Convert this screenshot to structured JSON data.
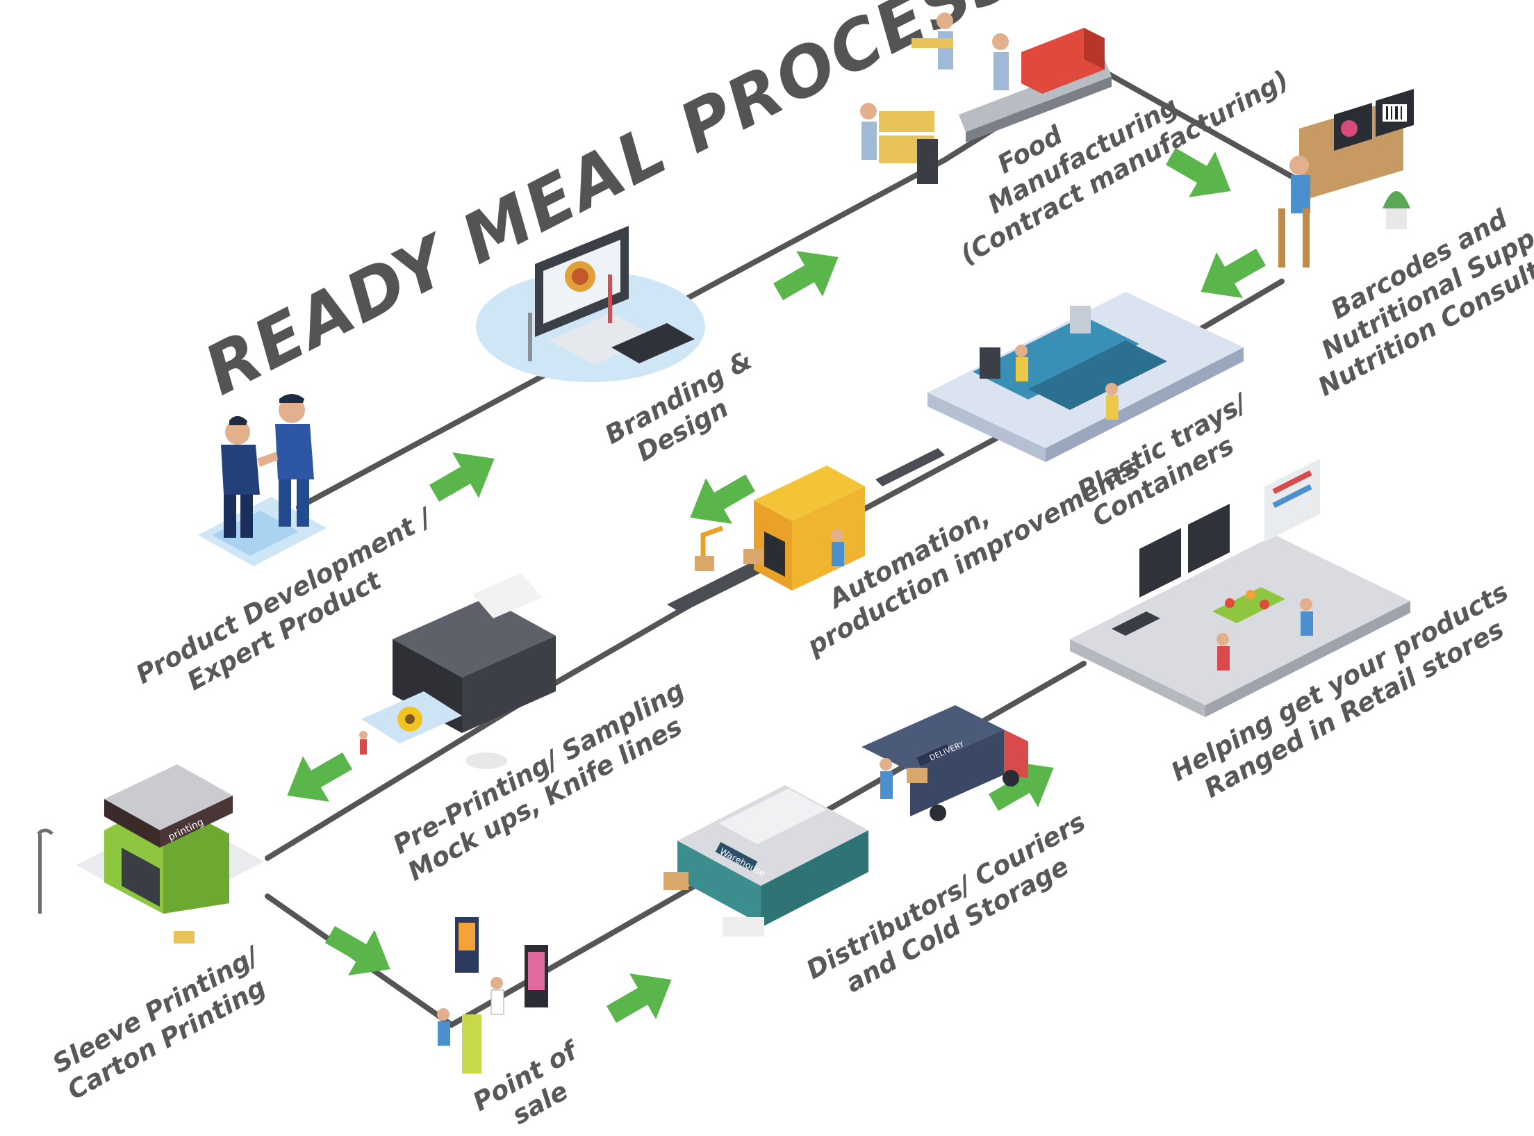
{
  "title": "READY MEAL PROCESS",
  "steps": [
    {
      "id": "product-development",
      "lines": [
        "Product Development /",
        "Expert Product"
      ]
    },
    {
      "id": "branding",
      "lines": [
        "Branding &",
        "Design"
      ]
    },
    {
      "id": "food-manufacturing",
      "lines": [
        "Food",
        "Manufacturing",
        "(Contract manufacturing)"
      ]
    },
    {
      "id": "barcodes",
      "lines": [
        "Barcodes and",
        "Nutritional Support",
        "Nutrition Consultants"
      ]
    },
    {
      "id": "plastic-trays",
      "lines": [
        "Plastic trays/",
        "Containers"
      ]
    },
    {
      "id": "automation",
      "lines": [
        "Automation,",
        "production improvements"
      ]
    },
    {
      "id": "pre-printing",
      "lines": [
        "Pre-Printing/ Sampling",
        "Mock ups, Knife lines"
      ]
    },
    {
      "id": "sleeve-printing",
      "lines": [
        "Sleeve Printing/",
        "Carton Printing"
      ]
    },
    {
      "id": "point-of-sale",
      "lines": [
        "Point of",
        "sale"
      ]
    },
    {
      "id": "distributors",
      "lines": [
        "Distributors/ Couriers",
        "and Cold Storage"
      ]
    },
    {
      "id": "retail",
      "lines": [
        "Helping get your products",
        "Ranged in Retail stores"
      ]
    }
  ],
  "illustration_text": {
    "shop_sign": "printing",
    "warehouse_sign": "Warehouse",
    "truck_sign": "DELIVERY"
  },
  "colors": {
    "arrow": "#5ab54b",
    "line": "#555555",
    "text": "#585858",
    "title": "#545454"
  }
}
